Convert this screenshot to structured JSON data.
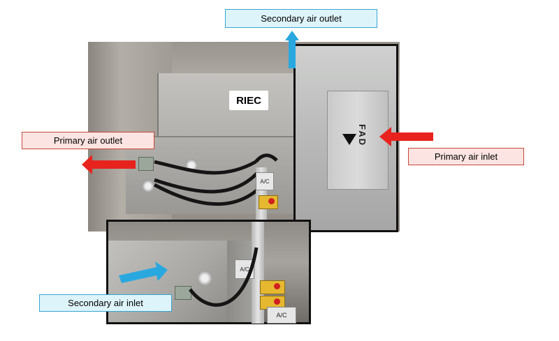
{
  "labels": {
    "secondary_air_outlet": "Secondary air outlet",
    "primary_air_outlet": "Primary air outlet",
    "primary_air_inlet": "Primary air inlet",
    "secondary_air_inlet": "Secondary air inlet"
  },
  "photo_text": {
    "unit_tag": "RIEC",
    "fad_marking": "FAD",
    "ac_tag_main": "A/C",
    "ac_tag_inset_upper": "A/C",
    "ac_tag_inset_lower": "A/C"
  },
  "colors": {
    "primary_arrow": "#e8231e",
    "secondary_arrow": "#29a8e0",
    "primary_label_fill": "#fbe4e1",
    "primary_label_border": "#c9463b",
    "secondary_label_fill": "#def4fb",
    "secondary_label_border": "#37a5d4",
    "frame_border": "#111111"
  },
  "arrows": [
    {
      "name": "secondary-air-outlet-arrow",
      "color": "secondary",
      "direction": "up"
    },
    {
      "name": "primary-air-outlet-arrow",
      "color": "primary",
      "direction": "left"
    },
    {
      "name": "primary-air-inlet-arrow",
      "color": "primary",
      "direction": "left"
    },
    {
      "name": "secondary-air-inlet-arrow",
      "color": "secondary",
      "direction": "right"
    }
  ]
}
